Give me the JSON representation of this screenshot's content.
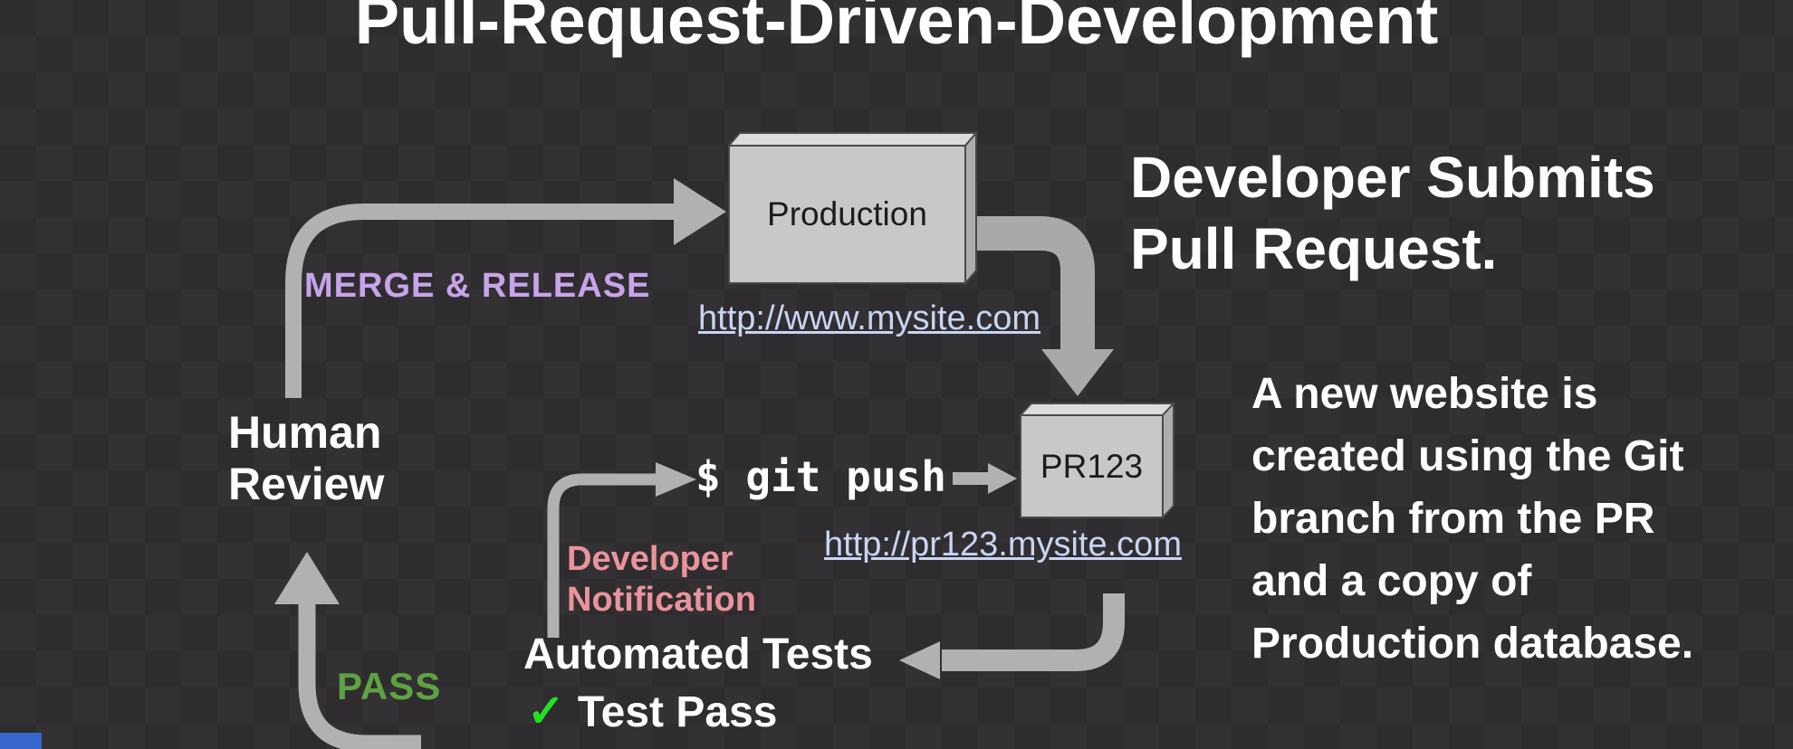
{
  "title": "Pull-Request-Driven-Development",
  "nodes": {
    "production": {
      "label": "Production",
      "url": "http://www.mysite.com"
    },
    "pr123": {
      "label": "PR123",
      "url": "http://pr123.mysite.com"
    }
  },
  "flow_labels": {
    "merge_release": "MERGE & RELEASE",
    "human_review": "Human\nReview",
    "pass": "PASS",
    "git_push": "$ git push",
    "developer_notification": "Developer\nNotification",
    "automated_tests": "Automated Tests",
    "check_icon": "✓",
    "test_pass": "Test Pass"
  },
  "annotations": {
    "submit": "Developer Submits\nPull Request.",
    "note": "A new website is\ncreated using the Git\nbranch from the PR\nand a copy of\nProduction database."
  },
  "colors": {
    "background": "#2f2c2f",
    "arrow_gray": "#b1b0b2",
    "box_front": "#c8c7c9",
    "box_top": "#dcdbdd",
    "box_side": "#aeadaf",
    "merge_purple": "#c7a4ea",
    "notification_salmon": "#e9949b",
    "pass_green": "#5ea342",
    "check_green": "#21e321",
    "link_blue": "#c8d5f2",
    "text_white": "#ffffff",
    "text_black": "#1c1c1c",
    "corner_blue": "#3766cc"
  }
}
